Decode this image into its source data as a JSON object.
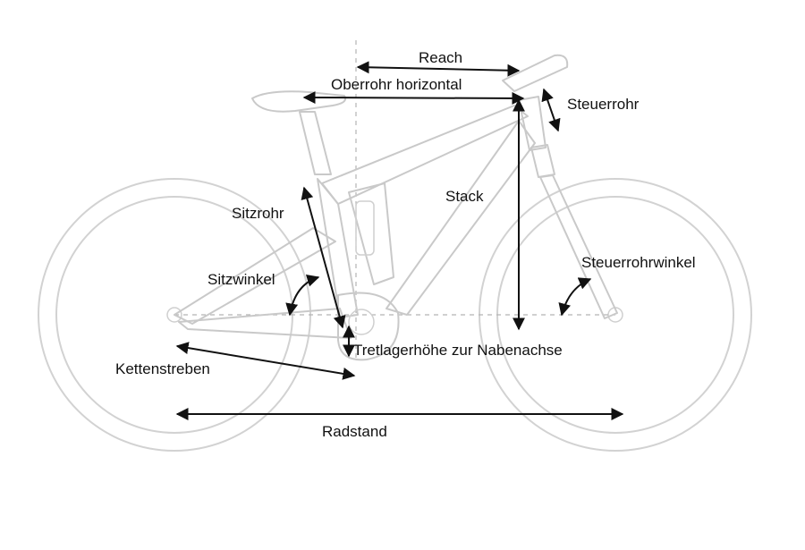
{
  "labels": {
    "reach": "Reach",
    "top_tube": "Oberrohr horizontal",
    "head_tube": "Steuerrohr",
    "stack": "Stack",
    "seat_tube": "Sitzrohr",
    "seat_angle": "Sitzwinkel",
    "head_angle": "Steuerrohrwinkel",
    "bb_height": "Tretlagerhöhe zur Nabenachse",
    "chainstays": "Kettenstreben",
    "wheelbase": "Radstand"
  },
  "colors": {
    "frame": "#c9c9c9",
    "dimension": "#111111",
    "text": "#111111"
  }
}
